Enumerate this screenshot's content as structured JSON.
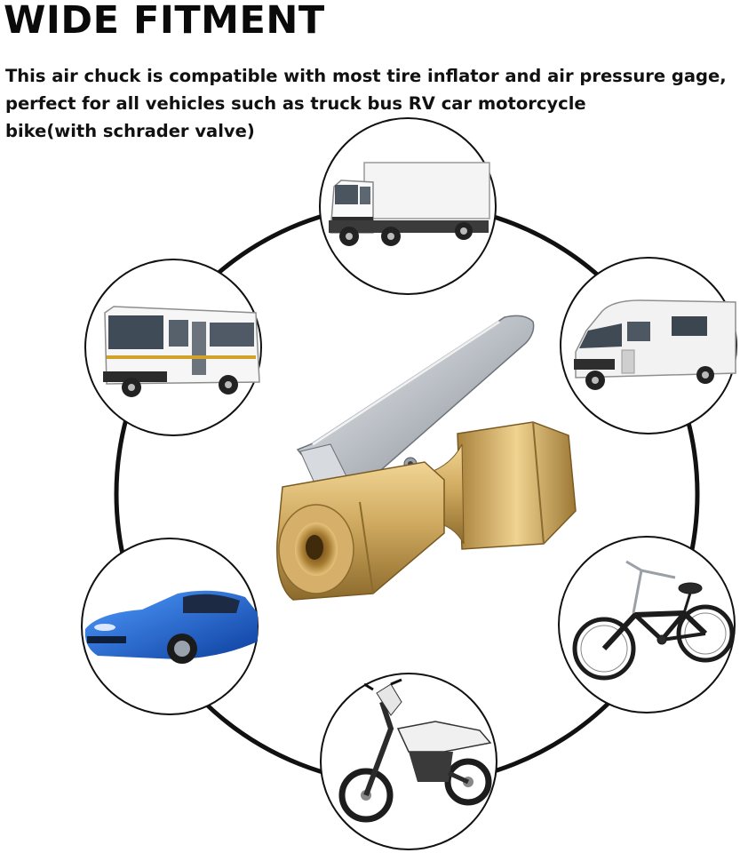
{
  "headline": "WIDE FITMENT",
  "description": {
    "line1": "This air chuck is compatible with most tire inflator and air pressure gage,",
    "line2": "perfect for all vehicles such as truck bus RV car motorcycle",
    "line3": "bike(with schrader valve)"
  },
  "vehicles": [
    {
      "name": "truck-image",
      "icon": "truck-icon"
    },
    {
      "name": "bus-image",
      "icon": "bus-icon"
    },
    {
      "name": "rv-image",
      "icon": "rv-icon"
    },
    {
      "name": "car-image",
      "icon": "car-icon"
    },
    {
      "name": "bicycle-image",
      "icon": "bicycle-icon"
    },
    {
      "name": "motorcycle-image",
      "icon": "motorcycle-icon"
    }
  ],
  "product": {
    "icon": "air-chuck-icon"
  },
  "colors": {
    "ring": "#111111",
    "brass": "#c9a45e",
    "chrome": "#c4c8cd",
    "car_blue": "#1a5fd0"
  }
}
